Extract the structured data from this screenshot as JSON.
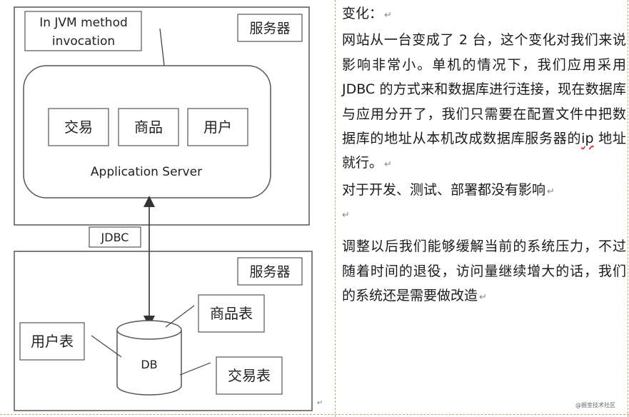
{
  "diagram": {
    "top_server_label": "服务器",
    "invocation_label_line1": "In JVM method",
    "invocation_label_line2": "invocation",
    "modules": [
      "交易",
      "商品",
      "用户"
    ],
    "app_server_label": "Application Server",
    "jdbc_label": "JDBC",
    "bottom_server_label": "服务器",
    "db_label": "DB",
    "tables": {
      "product": "商品表",
      "user": "用户表",
      "transaction": "交易表"
    }
  },
  "text": {
    "heading": "变化：",
    "paragraph1": "网站从一台变成了 2 台，这个变化对我们来说影响非常小。单机的情况下，我们应用采用 JDBC 的方式来和数据库进行连接，现在数据库与应用分开了，我们只需要在配置文件中把数据库的地址从本机改成数据库服务器的",
    "ip_word": "ip",
    "paragraph1_tail": " 地址就行。",
    "paragraph2": "对于开发、测试、部署都没有影响",
    "paragraph3": "调整以后我们能够缓解当前的系统压力，不过随着时间的退役，访问量继续增大的话，我们的系统还是需要做改造",
    "return_mark": "↵"
  },
  "watermark": "@掘金技术社区"
}
